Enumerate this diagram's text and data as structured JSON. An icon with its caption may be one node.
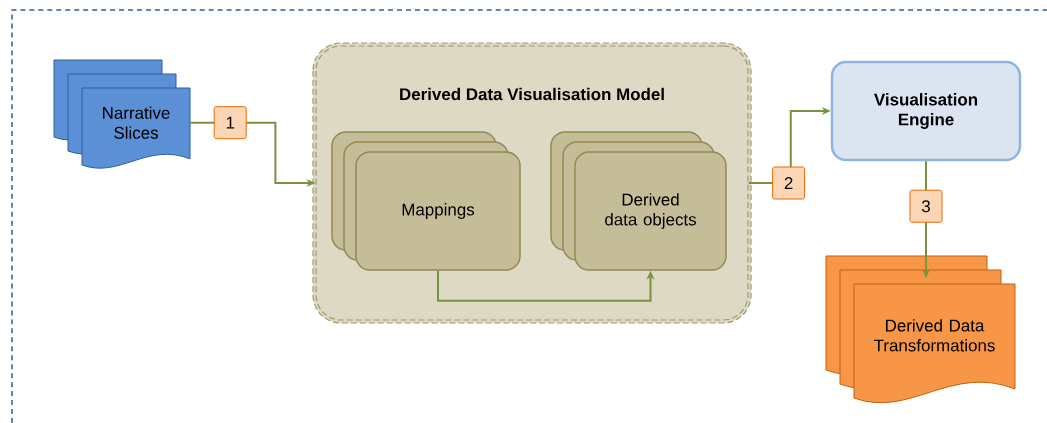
{
  "diagram": {
    "nodes": [
      {
        "text": [
          "Narrative Slices"
        ]
      },
      {
        "text": [
          "Derived Data Visualisation Model"
        ]
      },
      {
        "text": [
          "Mappings"
        ],
        "in": 1
      },
      {
        "text": [
          "Derived data objects"
        ],
        "in": 1
      },
      {
        "text": [
          "Visualisation Engine"
        ]
      },
      {
        "text": [
          "Derived Data Transformations"
        ]
      }
    ],
    "edges": [
      {
        "from": 0,
        "to": 1,
        "arrow": "to",
        "label": "1"
      },
      {
        "from": 1,
        "to": 4,
        "arrow": "to",
        "label": "2"
      },
      {
        "from": 4,
        "to": 5,
        "arrow": "to",
        "label": "3"
      },
      {
        "from": 2,
        "to": 3,
        "arrow": "to"
      }
    ]
  }
}
